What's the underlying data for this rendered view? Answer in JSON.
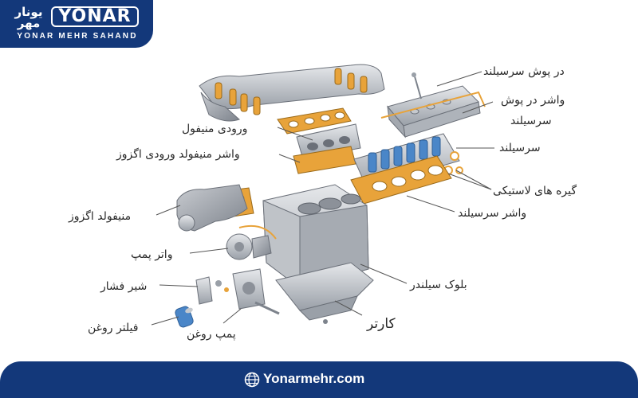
{
  "logo": {
    "persian_text": "یونار مهر",
    "brand": "YONAR",
    "subtitle": "YONAR MEHR SAHAND"
  },
  "labels": {
    "valve_cover": "در پوش سرسیلند",
    "valve_cover_gasket_1": "واشر در پوش",
    "valve_cover_gasket_2": "سرسیلند",
    "cylinder_head": "سرسیلند",
    "rubber_clips": "گیره های لاستیکی",
    "head_gasket": "واشر سرسیلند",
    "intake_manifold": "ورودی منیفول",
    "intake_exhaust_gasket": "واشر منیفولد ورودی اگزوز",
    "exhaust_manifold": "منیفولد اگزوز",
    "water_pump": "واتر پمپ",
    "pressure_valve": "شیر فشار",
    "oil_filter": "فیلتر روغن",
    "oil_pump": "پمپ روغن",
    "cylinder_block": "بلوک سیلندر",
    "oil_pan": "کارتر"
  },
  "footer": {
    "url": "Yonarmehr.com",
    "icon": "globe-icon"
  },
  "colors": {
    "brand_blue": "#13387a",
    "gasket_orange": "#e8a33a",
    "metal_gray": "#b8bcc2",
    "head_blue": "#4a86c8"
  }
}
